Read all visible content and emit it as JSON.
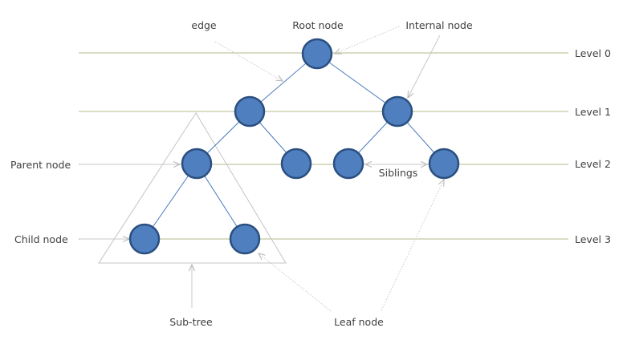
{
  "labels": {
    "edge": "edge",
    "root_node": "Root node",
    "internal_node": "Internal node",
    "parent_node": "Parent node",
    "child_node": "Child node",
    "siblings": "Siblings",
    "sub_tree": "Sub-tree",
    "leaf_node": "Leaf node"
  },
  "levels": [
    "Level 0",
    "Level 1",
    "Level 2",
    "Level 3"
  ],
  "colors": {
    "node_fill": "#4f7fbf",
    "node_stroke": "#2a4f80",
    "edge": "#4a7bbf",
    "level_line": "#b5b88a",
    "annotation_arrow": "#c8c8c8"
  }
}
